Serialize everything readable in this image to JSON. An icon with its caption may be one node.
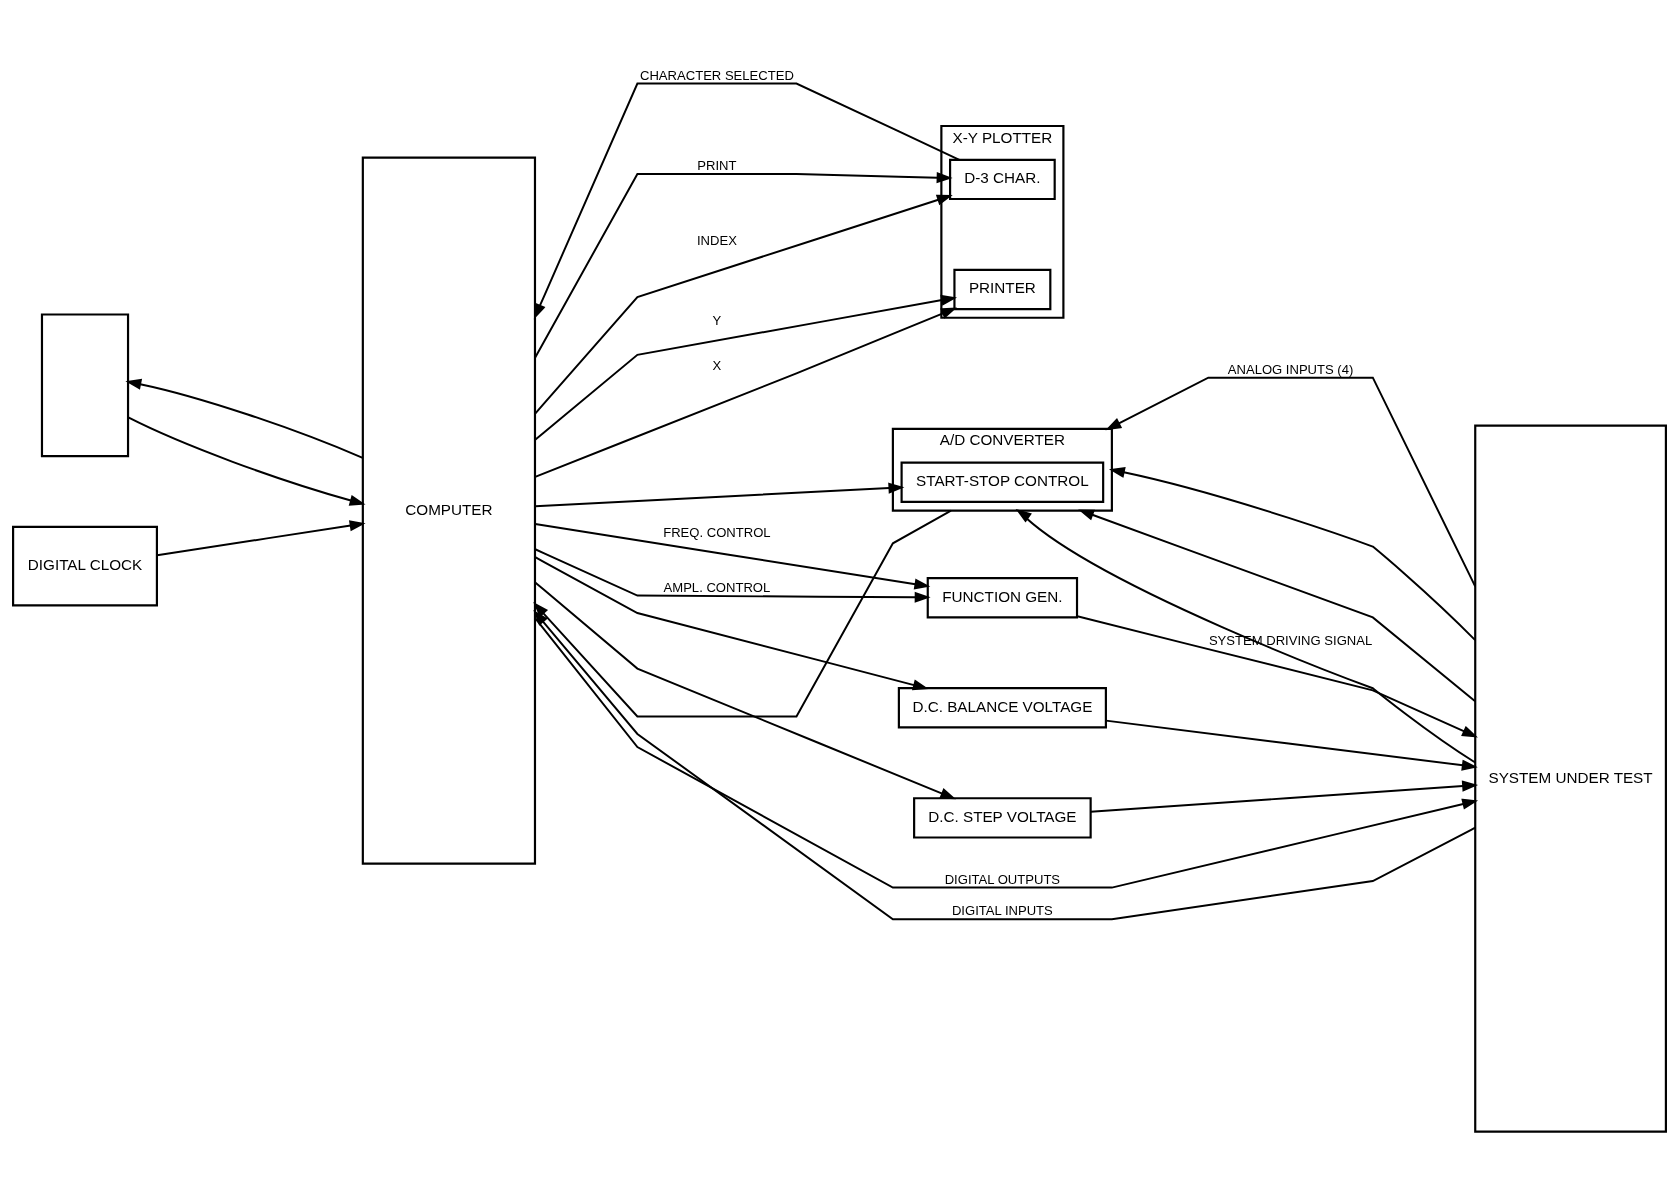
{
  "diagram": {
    "nodes": [
      {
        "text": [
          "X-Y PLOTTER"
        ]
      },
      {
        "text": [
          "D-3 CHAR."
        ],
        "in": 0
      },
      {
        "text": [
          "PRINTER"
        ],
        "in": 0
      },
      {
        "text": [
          "COMPUTER"
        ]
      },
      {
        "text": [],
        "shape": "box"
      },
      {
        "text": [
          "DIGITAL CLOCK"
        ]
      },
      {
        "text": [
          "A/D CONVERTER"
        ]
      },
      {
        "text": [
          "START-STOP CONTROL"
        ],
        "in": 6
      },
      {
        "text": [
          "FUNCTION GEN."
        ]
      },
      {
        "text": [
          "D.C. BALANCE VOLTAGE"
        ]
      },
      {
        "text": [
          "D.C. STEP VOLTAGE"
        ]
      },
      {
        "text": [
          "SYSTEM UNDER TEST"
        ]
      }
    ],
    "edges": [
      {
        "from": 1,
        "to": 3,
        "arrow": "to",
        "label": "CHARACTER SELECTED"
      },
      {
        "from": 3,
        "to": 1,
        "arrow": "to",
        "label": "PRINT"
      },
      {
        "from": 3,
        "to": 1,
        "arrow": "to",
        "label": "INDEX"
      },
      {
        "from": 3,
        "to": 2,
        "arrow": "to",
        "label": "Y"
      },
      {
        "from": 3,
        "to": 2,
        "arrow": "to",
        "label": "X"
      },
      {
        "from": 3,
        "to": 4,
        "arrow": "to"
      },
      {
        "from": 4,
        "to": 3,
        "arrow": "to"
      },
      {
        "from": 5,
        "to": 3,
        "arrow": "to"
      },
      {
        "from": 11,
        "to": 6,
        "arrow": "to",
        "label": "ANALOG INPUTS (4)"
      },
      {
        "from": 11,
        "to": 6,
        "arrow": "to"
      },
      {
        "from": 11,
        "to": 6,
        "arrow": "to"
      },
      {
        "from": 11,
        "to": 6,
        "arrow": "to"
      },
      {
        "from": 6,
        "to": 3,
        "arrow": "to"
      },
      {
        "from": 3,
        "to": 7,
        "arrow": "to"
      },
      {
        "from": 3,
        "to": 8,
        "arrow": "to",
        "label": "FREQ. CONTROL"
      },
      {
        "from": 3,
        "to": 8,
        "arrow": "to",
        "label": "AMPL. CONTROL"
      },
      {
        "from": 8,
        "to": 11,
        "arrow": "to",
        "label": "SYSTEM DRIVING SIGNAL"
      },
      {
        "from": 3,
        "to": 9,
        "arrow": "to"
      },
      {
        "from": 9,
        "to": 11,
        "arrow": "to"
      },
      {
        "from": 3,
        "to": 10,
        "arrow": "to"
      },
      {
        "from": 10,
        "to": 11,
        "arrow": "to"
      },
      {
        "from": 3,
        "to": 11,
        "arrow": "to",
        "label": "DIGITAL OUTPUTS"
      },
      {
        "from": 11,
        "to": 3,
        "arrow": "to",
        "label": "DIGITAL INPUTS"
      }
    ]
  }
}
